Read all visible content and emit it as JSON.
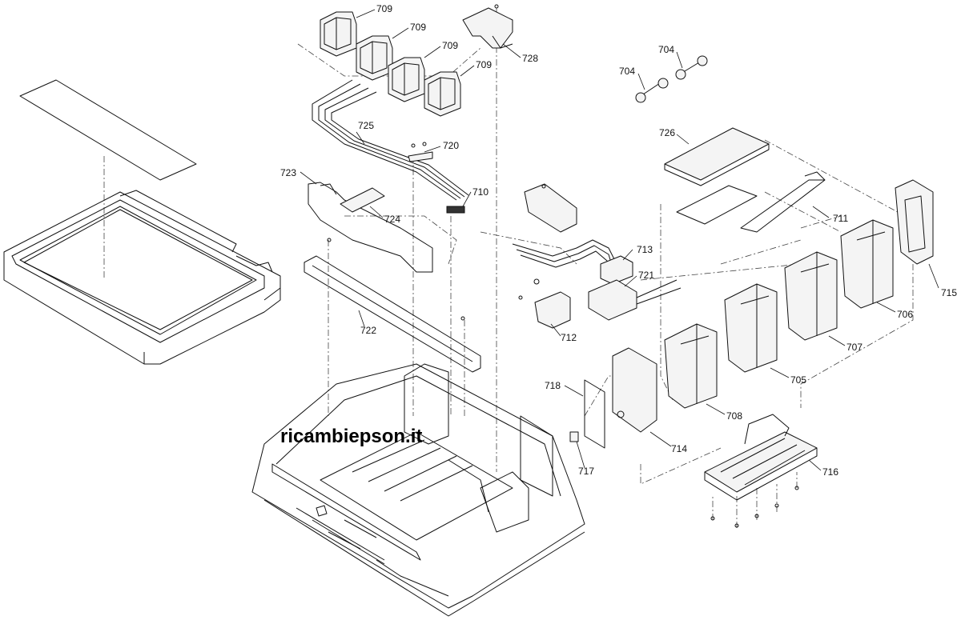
{
  "watermark": "ricambiepson.it",
  "callouts": {
    "c709a": "709",
    "c709b": "709",
    "c709c": "709",
    "c709d": "709",
    "c728": "728",
    "c704a": "704",
    "c704b": "704",
    "c725": "725",
    "c720": "720",
    "c723": "723",
    "c724": "724",
    "c710": "710",
    "c726": "726",
    "c711": "711",
    "c713": "713",
    "c721": "721",
    "c715": "715",
    "c706": "706",
    "c722": "722",
    "c712": "712",
    "c707": "707",
    "c705": "705",
    "c718": "718",
    "c708": "708",
    "c714": "714",
    "c717": "717",
    "c716": "716"
  }
}
